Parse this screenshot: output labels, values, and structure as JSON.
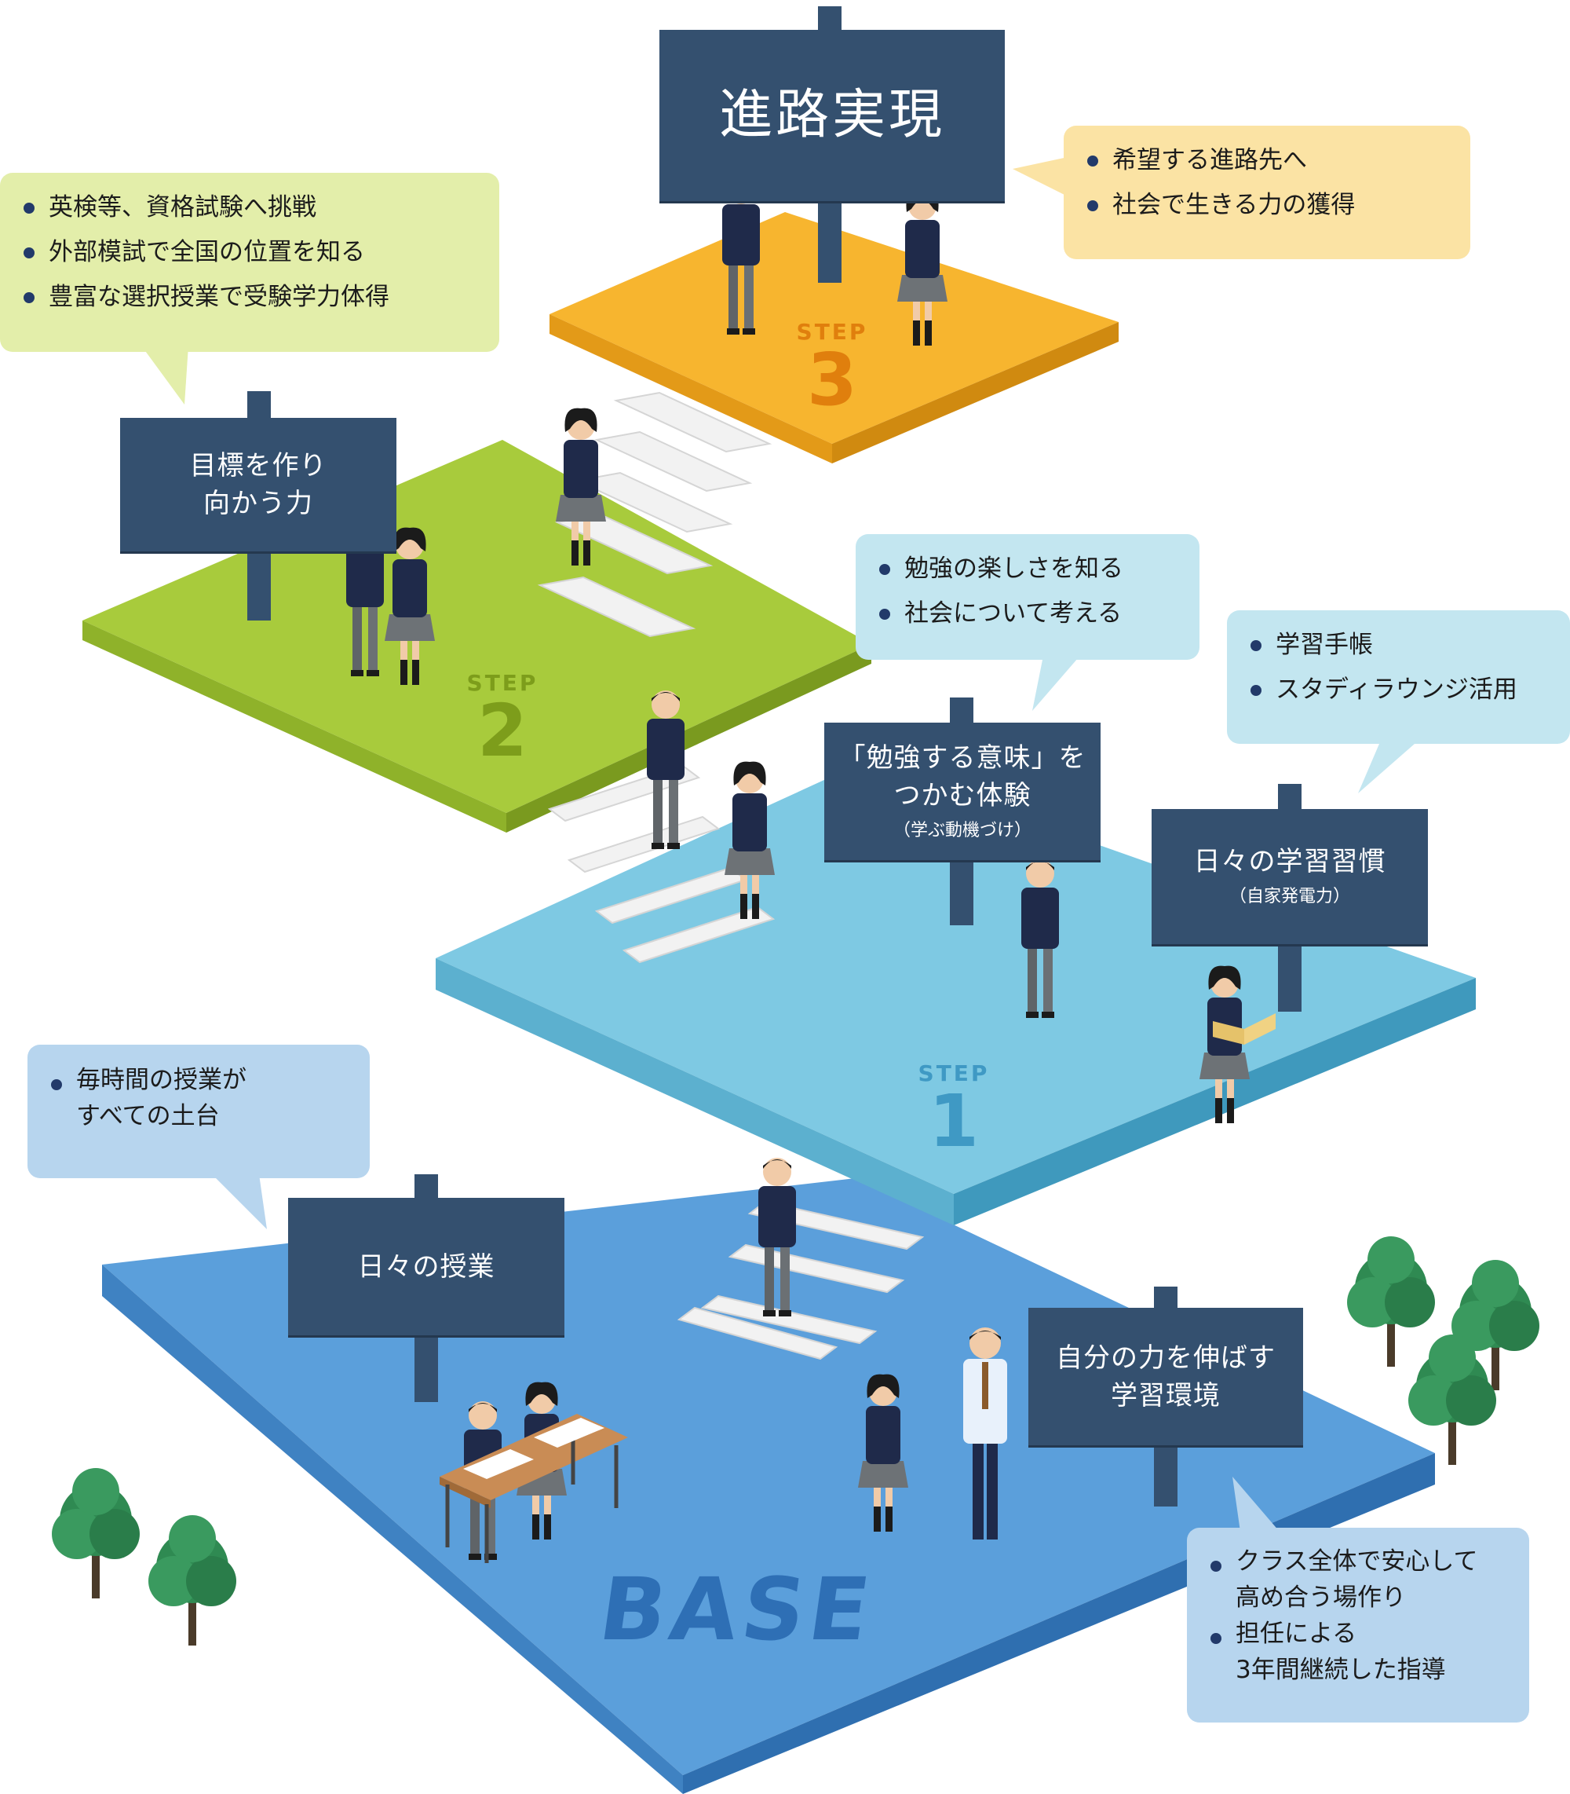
{
  "platforms": {
    "step3": {
      "word": "STEP",
      "number": "3",
      "color": "#f7b52f"
    },
    "step2": {
      "word": "STEP",
      "number": "2",
      "color": "#a8cb3c"
    },
    "step1": {
      "word": "STEP",
      "number": "1",
      "color": "#7ec9e3"
    },
    "base": {
      "label": "BASE",
      "color": "#5b9fdb"
    }
  },
  "signs": {
    "career": {
      "title": "進路実現"
    },
    "goal": {
      "line1": "目標を作り",
      "line2": "向かう力"
    },
    "meaning": {
      "line1": "「勉強する意味」を",
      "line2": "つかむ体験",
      "sub": "（学ぶ動機づけ）"
    },
    "habit": {
      "line1": "日々の学習習慣",
      "sub": "（自家発電力）"
    },
    "lessons": {
      "title": "日々の授業"
    },
    "environment": {
      "line1": "自分の力を伸ばす",
      "line2": "学習環境"
    }
  },
  "bubbles": {
    "career": [
      "希望する進路先へ",
      "社会で生きる力の獲得"
    ],
    "goal": [
      "英検等、資格試験へ挑戦",
      "外部模試で全国の位置を知る",
      "豊富な選択授業で受験学力体得"
    ],
    "meaning": [
      "勉強の楽しさを知る",
      "社会について考える"
    ],
    "habit": [
      "学習手帳",
      "スタディラウンジ活用"
    ],
    "lessons": {
      "line1": "毎時間の授業が",
      "line2": "すべての土台"
    },
    "environment": {
      "a1": "クラス全体で安心して",
      "a2": "高め合う場作り",
      "b1": "担任による",
      "b2": "3年間継続した指導"
    }
  },
  "colors": {
    "sign": "#34506f",
    "bubble_yellow": "#fbe3a4",
    "bubble_green": "#e3eeaa",
    "bubble_cyan": "#c3e6f0",
    "bubble_blue": "#b7d5ee",
    "uniform": "#1f2a4a",
    "tree": "#2e8b57"
  },
  "icons": [
    "student-figure",
    "teacher-figure",
    "tree-icon",
    "desk-icon",
    "stairs-icon",
    "book-icon"
  ]
}
